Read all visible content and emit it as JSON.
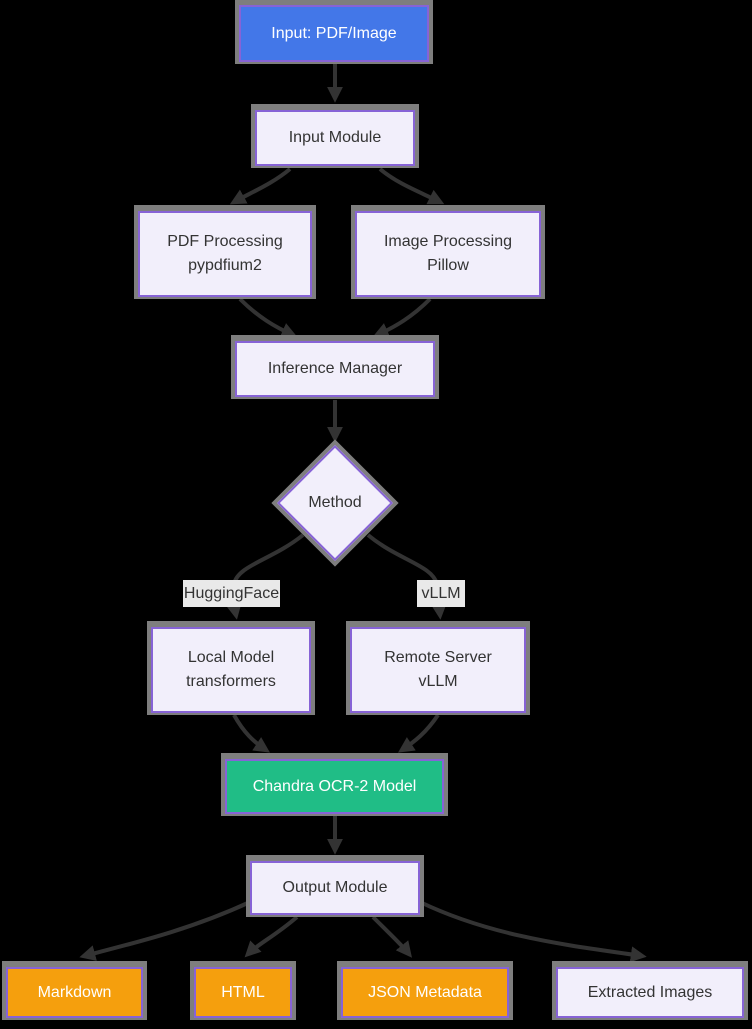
{
  "diagram": {
    "type": "flowchart",
    "direction": "top-down",
    "background_color": "#000000",
    "colors": {
      "node_fill": "#f2effb",
      "node_border": "#8763d6",
      "node_shadow": "#7e7e7e",
      "input_node_fill": "#4377e8",
      "model_node_fill": "#20bd86",
      "output_node_fill": "#f59f0d",
      "edge_stroke": "#333333",
      "edge_label_bg": "#e9e9e9",
      "text_dark": "#333333",
      "text_light": "#ffffff"
    },
    "nodes": [
      {
        "id": "input",
        "label": "Input: PDF/Image",
        "style": "blue"
      },
      {
        "id": "input_module",
        "label": "Input Module",
        "style": "default"
      },
      {
        "id": "pdf_processing",
        "label": "PDF Processing\npypdfium2",
        "style": "default"
      },
      {
        "id": "image_processing",
        "label": "Image Processing\nPillow",
        "style": "default"
      },
      {
        "id": "inference_manager",
        "label": "Inference Manager",
        "style": "default"
      },
      {
        "id": "method",
        "label": "Method",
        "style": "decision-diamond"
      },
      {
        "id": "local_model",
        "label": "Local Model\ntransformers",
        "style": "default"
      },
      {
        "id": "remote_server",
        "label": "Remote Server\nvLLM",
        "style": "default"
      },
      {
        "id": "chandra_model",
        "label": "Chandra OCR-2 Model",
        "style": "green"
      },
      {
        "id": "output_module",
        "label": "Output Module",
        "style": "default"
      },
      {
        "id": "markdown",
        "label": "Markdown",
        "style": "orange"
      },
      {
        "id": "html",
        "label": "HTML",
        "style": "orange"
      },
      {
        "id": "json_metadata",
        "label": "JSON Metadata",
        "style": "orange"
      },
      {
        "id": "extracted_images",
        "label": "Extracted Images",
        "style": "default"
      }
    ],
    "edge_labels": {
      "huggingface": "HuggingFace",
      "vllm": "vLLM"
    },
    "edges": [
      {
        "from": "input",
        "to": "input_module",
        "label": ""
      },
      {
        "from": "input_module",
        "to": "pdf_processing",
        "label": ""
      },
      {
        "from": "input_module",
        "to": "image_processing",
        "label": ""
      },
      {
        "from": "pdf_processing",
        "to": "inference_manager",
        "label": ""
      },
      {
        "from": "image_processing",
        "to": "inference_manager",
        "label": ""
      },
      {
        "from": "inference_manager",
        "to": "method",
        "label": ""
      },
      {
        "from": "method",
        "to": "local_model",
        "label": "HuggingFace"
      },
      {
        "from": "method",
        "to": "remote_server",
        "label": "vLLM"
      },
      {
        "from": "local_model",
        "to": "chandra_model",
        "label": ""
      },
      {
        "from": "remote_server",
        "to": "chandra_model",
        "label": ""
      },
      {
        "from": "chandra_model",
        "to": "output_module",
        "label": ""
      },
      {
        "from": "output_module",
        "to": "markdown",
        "label": ""
      },
      {
        "from": "output_module",
        "to": "html",
        "label": ""
      },
      {
        "from": "output_module",
        "to": "json_metadata",
        "label": ""
      },
      {
        "from": "output_module",
        "to": "extracted_images",
        "label": ""
      }
    ]
  }
}
